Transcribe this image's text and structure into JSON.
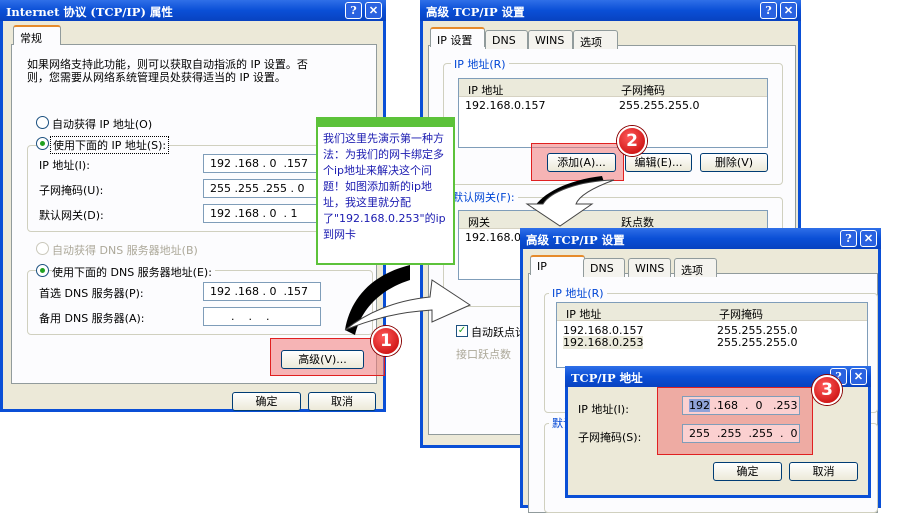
{
  "win1": {
    "title": "Internet 协议 (TCP/IP) 属性",
    "help": "?",
    "close": "✕",
    "tab": "常规",
    "desc": "如果网络支持此功能，则可以获取自动指派的 IP 设置。否则，您需要从网络系统管理员处获得适当的 IP 设置。",
    "radio_auto_ip": "自动获得 IP 地址(O)",
    "radio_manual_ip": "使用下面的 IP 地址(S):",
    "ip_label": "IP 地址(I):",
    "ip_value": "192 .168 . 0  .157",
    "mask_label": "子网掩码(U):",
    "mask_value": "255 .255 .255 . 0",
    "gw_label": "默认网关(D):",
    "gw_value": "192 .168 . 0  . 1",
    "radio_auto_dns": "自动获得 DNS 服务器地址(B)",
    "radio_manual_dns": "使用下面的 DNS 服务器地址(E):",
    "dns1_label": "首选 DNS 服务器(P):",
    "dns1_value": "192 .168 . 0  .157",
    "dns2_label": "备用 DNS 服务器(A):",
    "dns2_value": "      .    .    .",
    "advanced": "高级(V)...",
    "ok": "确定",
    "cancel": "取消"
  },
  "callout": "我们这里先演示第一种方法：为我们的网卡绑定多个ip地址来解决这个问题！如图添加新的ip地址，我这里就分配了\"192.168.0.253\"的ip到网卡",
  "win2": {
    "title": "高级 TCP/IP 设置",
    "help": "?",
    "close": "✕",
    "tabs": [
      "IP 设置",
      "DNS",
      "WINS",
      "选项"
    ],
    "ip_group": "IP 地址(R)",
    "col_ip": "IP 地址",
    "col_mask": "子网掩码",
    "rows": [
      {
        "ip": "192.168.0.157",
        "mask": "255.255.255.0"
      }
    ],
    "add": "添加(A)...",
    "edit": "编辑(E)...",
    "delete": "删除(V)",
    "gw_group": "默认网关(F):",
    "col_gw": "网关",
    "col_metric": "跃点数",
    "gw_row": "192.168.0.",
    "auto_metric": "自动跃点计",
    "iface_metric": "接口跃点数"
  },
  "win3": {
    "title": "高级 TCP/IP 设置",
    "help": "?",
    "close": "✕",
    "tabs": [
      "IP",
      "DNS",
      "WINS",
      "选项"
    ],
    "ip_group": "IP 地址(R)",
    "col_ip": "IP 地址",
    "col_mask": "子网掩码",
    "rows": [
      {
        "ip": "192.168.0.157",
        "mask": "255.255.255.0"
      },
      {
        "ip": "192.168.0.253",
        "mask": "255.255.255.0"
      }
    ],
    "gw_group": "默认"
  },
  "win4": {
    "title": "TCP/IP 地址",
    "help": "?",
    "close": "✕",
    "ip_label": "IP 地址(I):",
    "ip_sel": "192",
    "ip_rest": " .168  .  0   .253",
    "mask_label": "子网掩码(S):",
    "mask_value": "255  .255  .255  .  0",
    "ok": "确定",
    "cancel": "取消"
  },
  "badges": [
    "1",
    "2",
    "3"
  ],
  "colors": {
    "titlebar": "#0a4fd6",
    "highlight": "#f07878",
    "callout_border": "#5cc23a",
    "badge": "#c00000"
  }
}
